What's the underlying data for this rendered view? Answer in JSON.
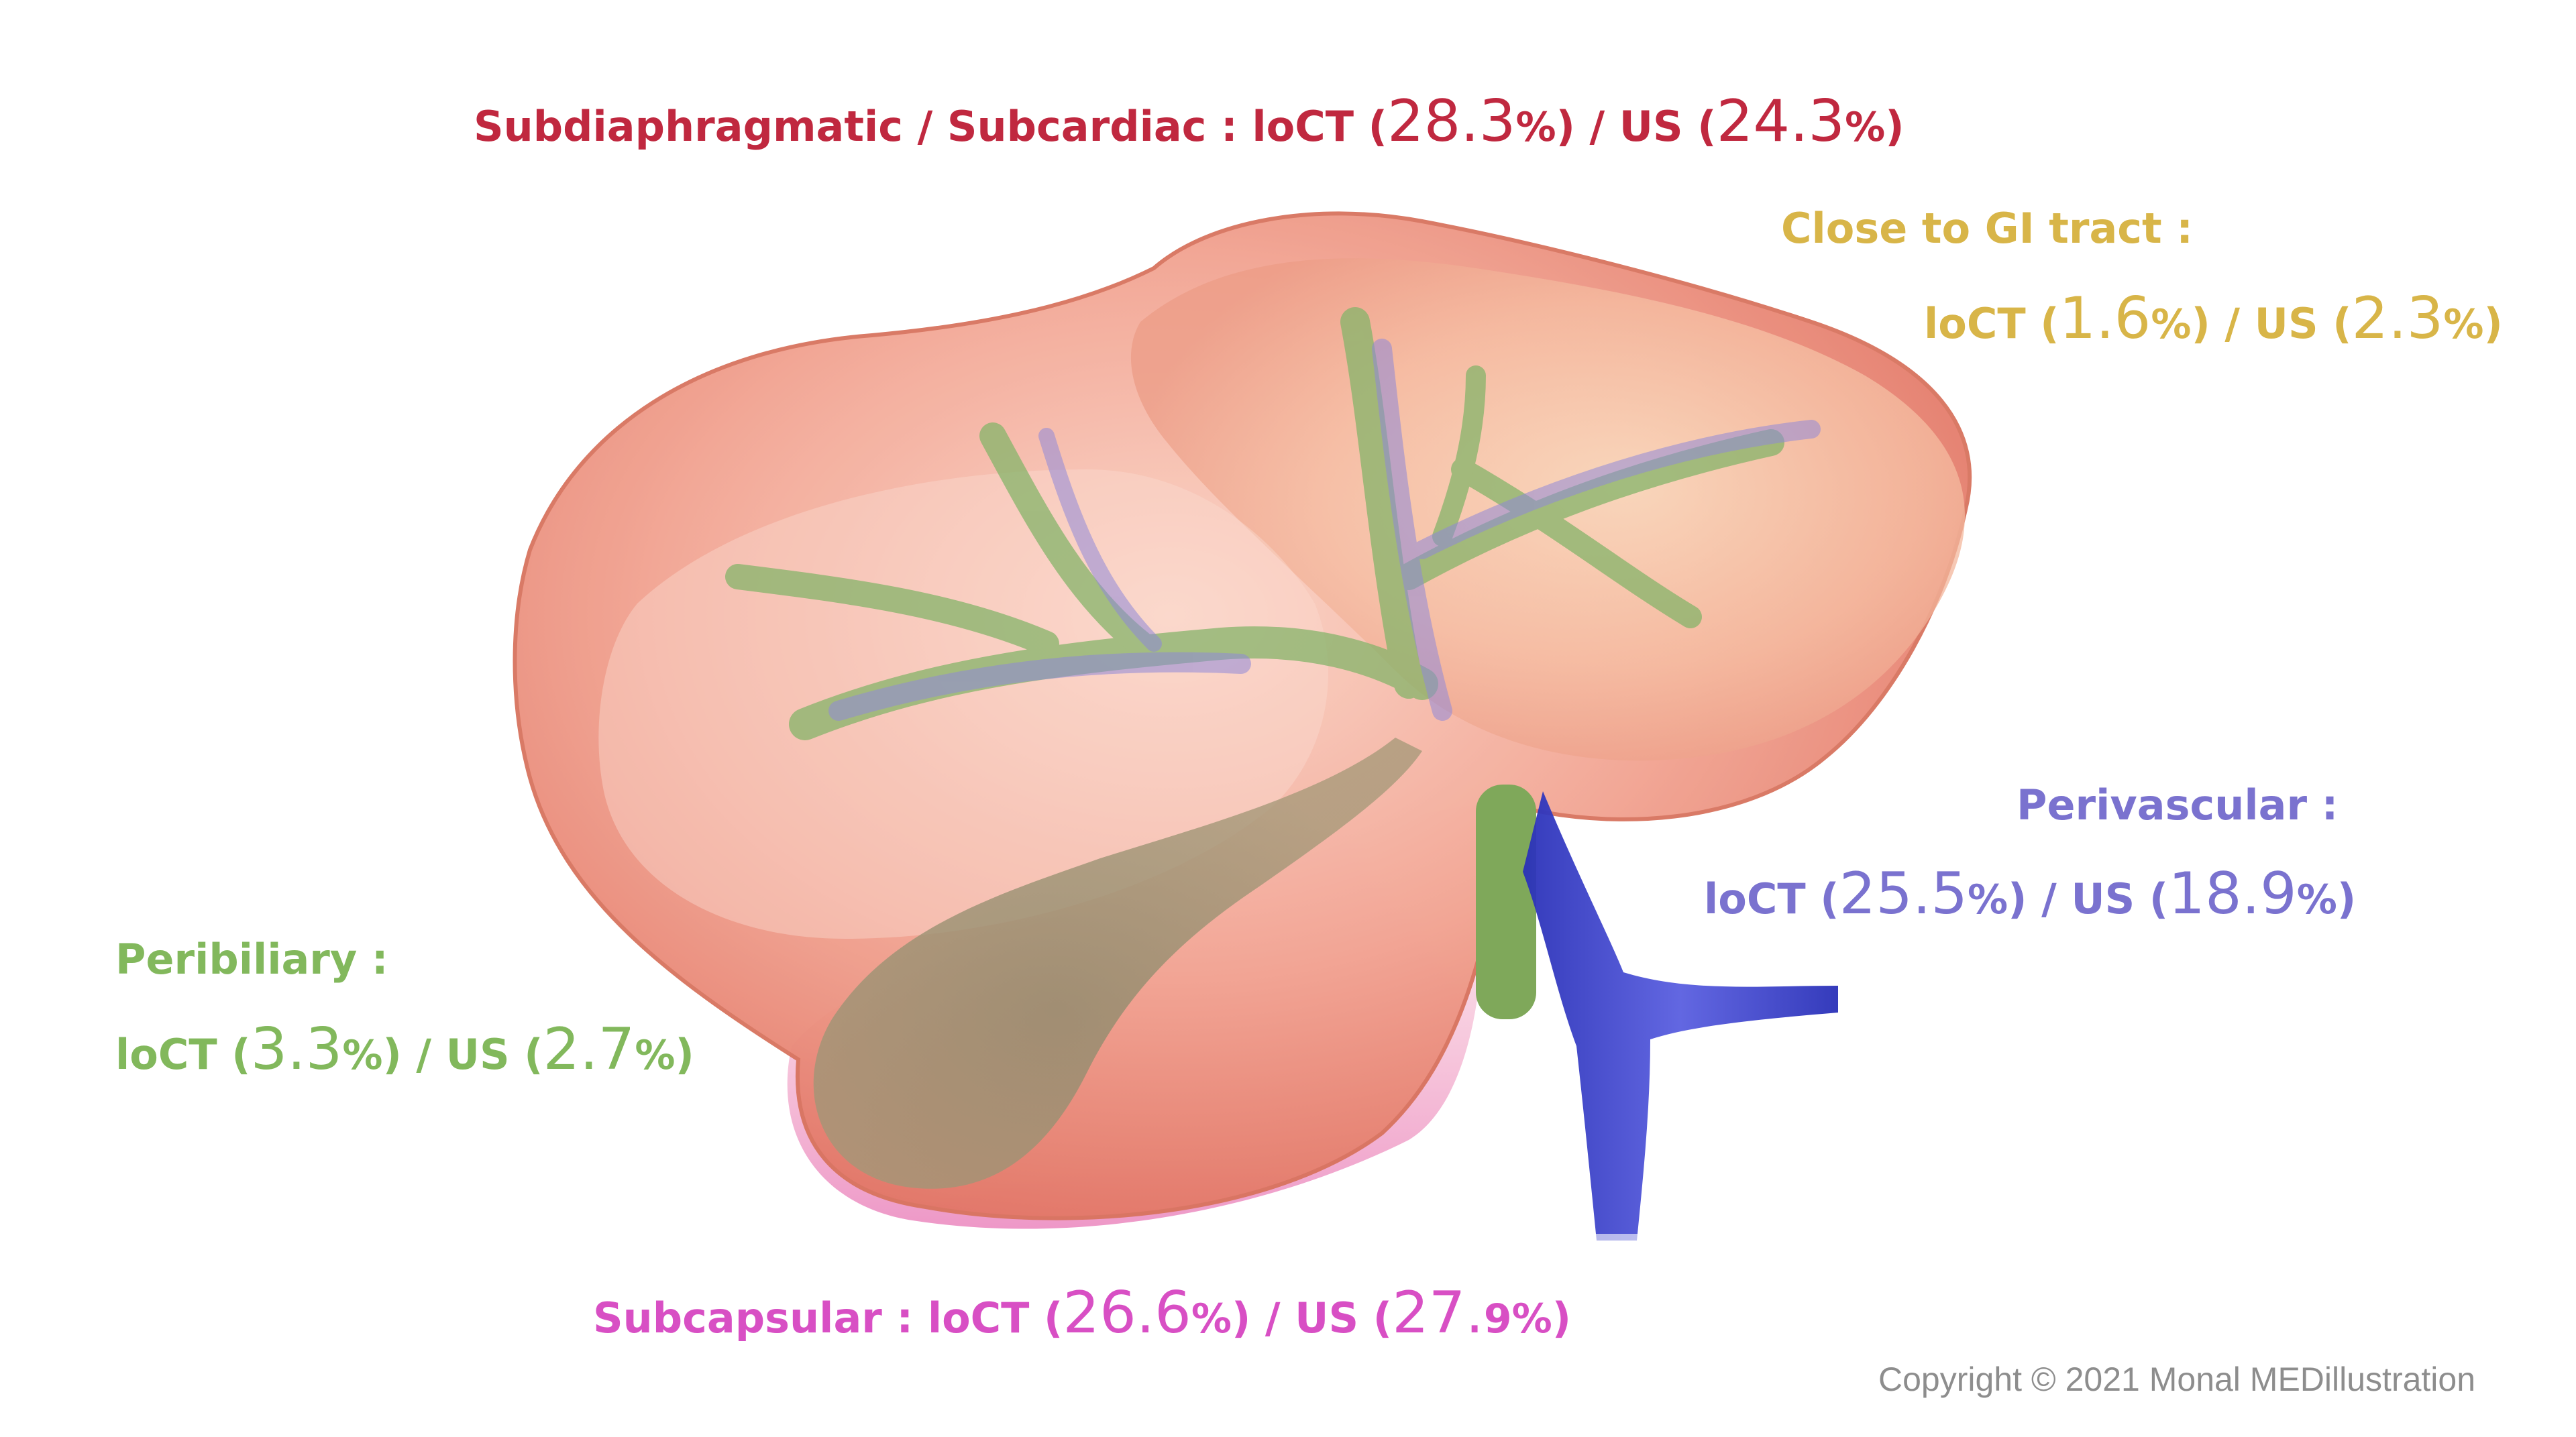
{
  "labels": {
    "subdiaphragmatic": {
      "prefix": "Subdiaphragmatic / Subcardiac : loCT (",
      "loct_value": "28.3",
      "loct_unit": "%",
      "middle": ") / US (",
      "us_value": "24.3",
      "us_unit": "%",
      "suffix": ")"
    },
    "gi_tract": {
      "title": "Close to GI tract :",
      "prefix": "loCT (",
      "loct_value": "1.6",
      "loct_unit": "%",
      "middle": ") / US (",
      "us_value": "2.3",
      "us_unit": "%",
      "suffix": ")"
    },
    "perivascular": {
      "title": "Perivascular :",
      "prefix": "loCT (",
      "loct_value": "25.5",
      "loct_unit": "%",
      "middle": ") / US (",
      "us_value": "18.9",
      "us_unit": "%",
      "suffix": ")"
    },
    "peribiliary": {
      "title": "Peribiliary :",
      "prefix": "loCT (",
      "loct_value": "3.3",
      "loct_unit": "%",
      "middle": ") / US (",
      "us_value": "2.7",
      "us_unit": "%",
      "suffix": ")"
    },
    "subcapsular": {
      "prefix": "Subcapsular : loCT (",
      "loct_value": "26.6",
      "loct_unit": "%",
      "middle": ") / US (",
      "us_value": "27.",
      "us_unit": "9%",
      "suffix": ")"
    }
  },
  "copyright": "Copyright © 2021 Monal MEDillustration",
  "colors": {
    "subdiaphragmatic": "#c0283f",
    "gi_tract": "#d8b548",
    "perivascular": "#7a72cf",
    "peribiliary": "#82b85c",
    "subcapsular": "#d84fc4",
    "liver": "#ef8f7c",
    "vessel": "#3b3fc4",
    "bile": "#7fa85a"
  }
}
